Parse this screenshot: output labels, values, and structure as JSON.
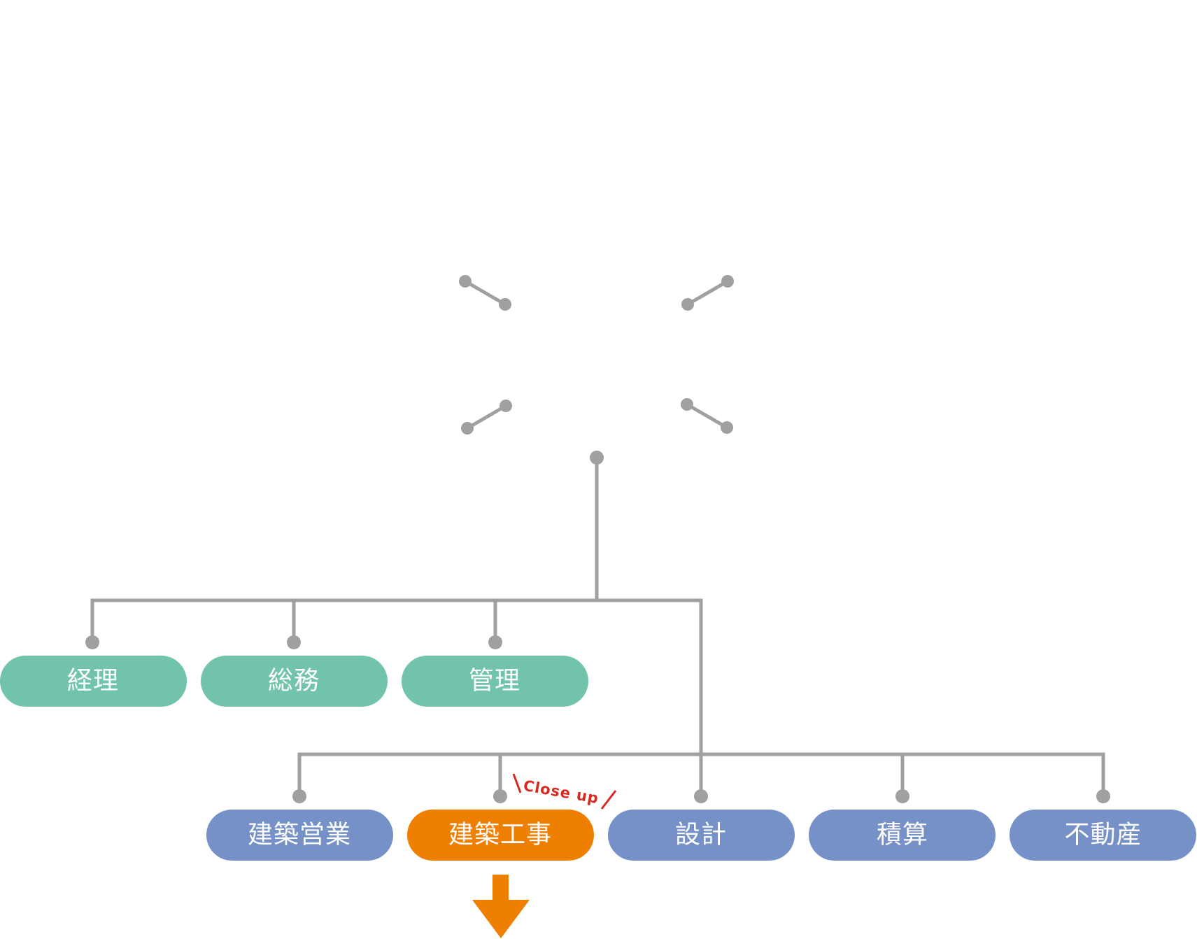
{
  "colors": {
    "connector": "#a0a0a0",
    "admin_node": "#71c4ab",
    "dept_node": "#7690c8",
    "highlight_node": "#ef7f00",
    "annotation": "#d62a22",
    "label": "#ffffff"
  },
  "admin_departments": [
    {
      "label": "経理"
    },
    {
      "label": "総務"
    },
    {
      "label": "管理"
    }
  ],
  "business_departments": [
    {
      "label": "建築営業",
      "highlighted": false
    },
    {
      "label": "建築工事",
      "highlighted": true
    },
    {
      "label": "設計",
      "highlighted": false
    },
    {
      "label": "積算",
      "highlighted": false
    },
    {
      "label": "不動産",
      "highlighted": false
    }
  ],
  "annotation": {
    "text": "Close up"
  },
  "icons": {
    "pointer": "down-arrow-icon",
    "connector_ends": "dot-icon"
  }
}
